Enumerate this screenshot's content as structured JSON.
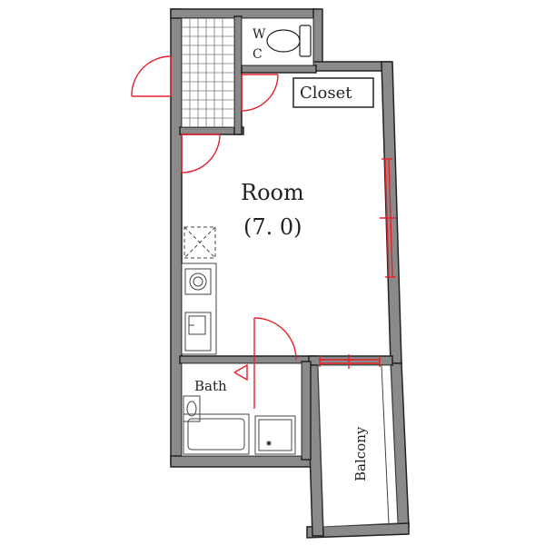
{
  "floorplan": {
    "room_name": "Room",
    "room_size": "(7. 0)",
    "closet": "Closet",
    "wc_top": "W",
    "wc_bottom": "C",
    "bath": "Bath",
    "balcony": "Balcony",
    "colors": {
      "wall": "#8a8a8a",
      "wall_outline": "#222222",
      "door": "#e8202a",
      "fixture": "#444444"
    }
  }
}
